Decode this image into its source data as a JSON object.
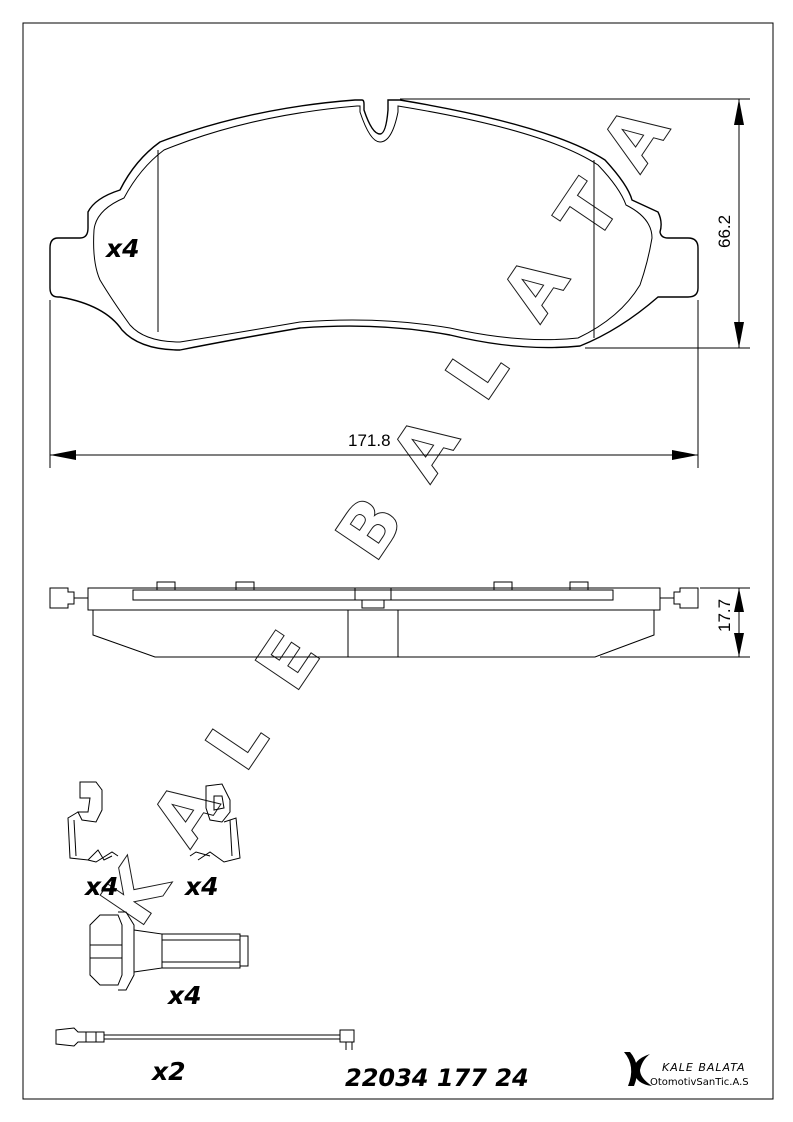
{
  "dimensions": {
    "width": "171.8",
    "height": "66.2",
    "thickness": "17.7"
  },
  "quantities": {
    "pad": "x4",
    "clip_left": "x4",
    "clip_right": "x4",
    "bolt": "x4",
    "sensor": "x2"
  },
  "part_number": "22034 177 24",
  "brand": {
    "name": "KALE BALATA",
    "company": "OtomotivSanTic.A.S",
    "watermark": [
      "K",
      "A",
      "L",
      "E",
      "B",
      "A",
      "L",
      "A",
      "T",
      "A"
    ]
  }
}
